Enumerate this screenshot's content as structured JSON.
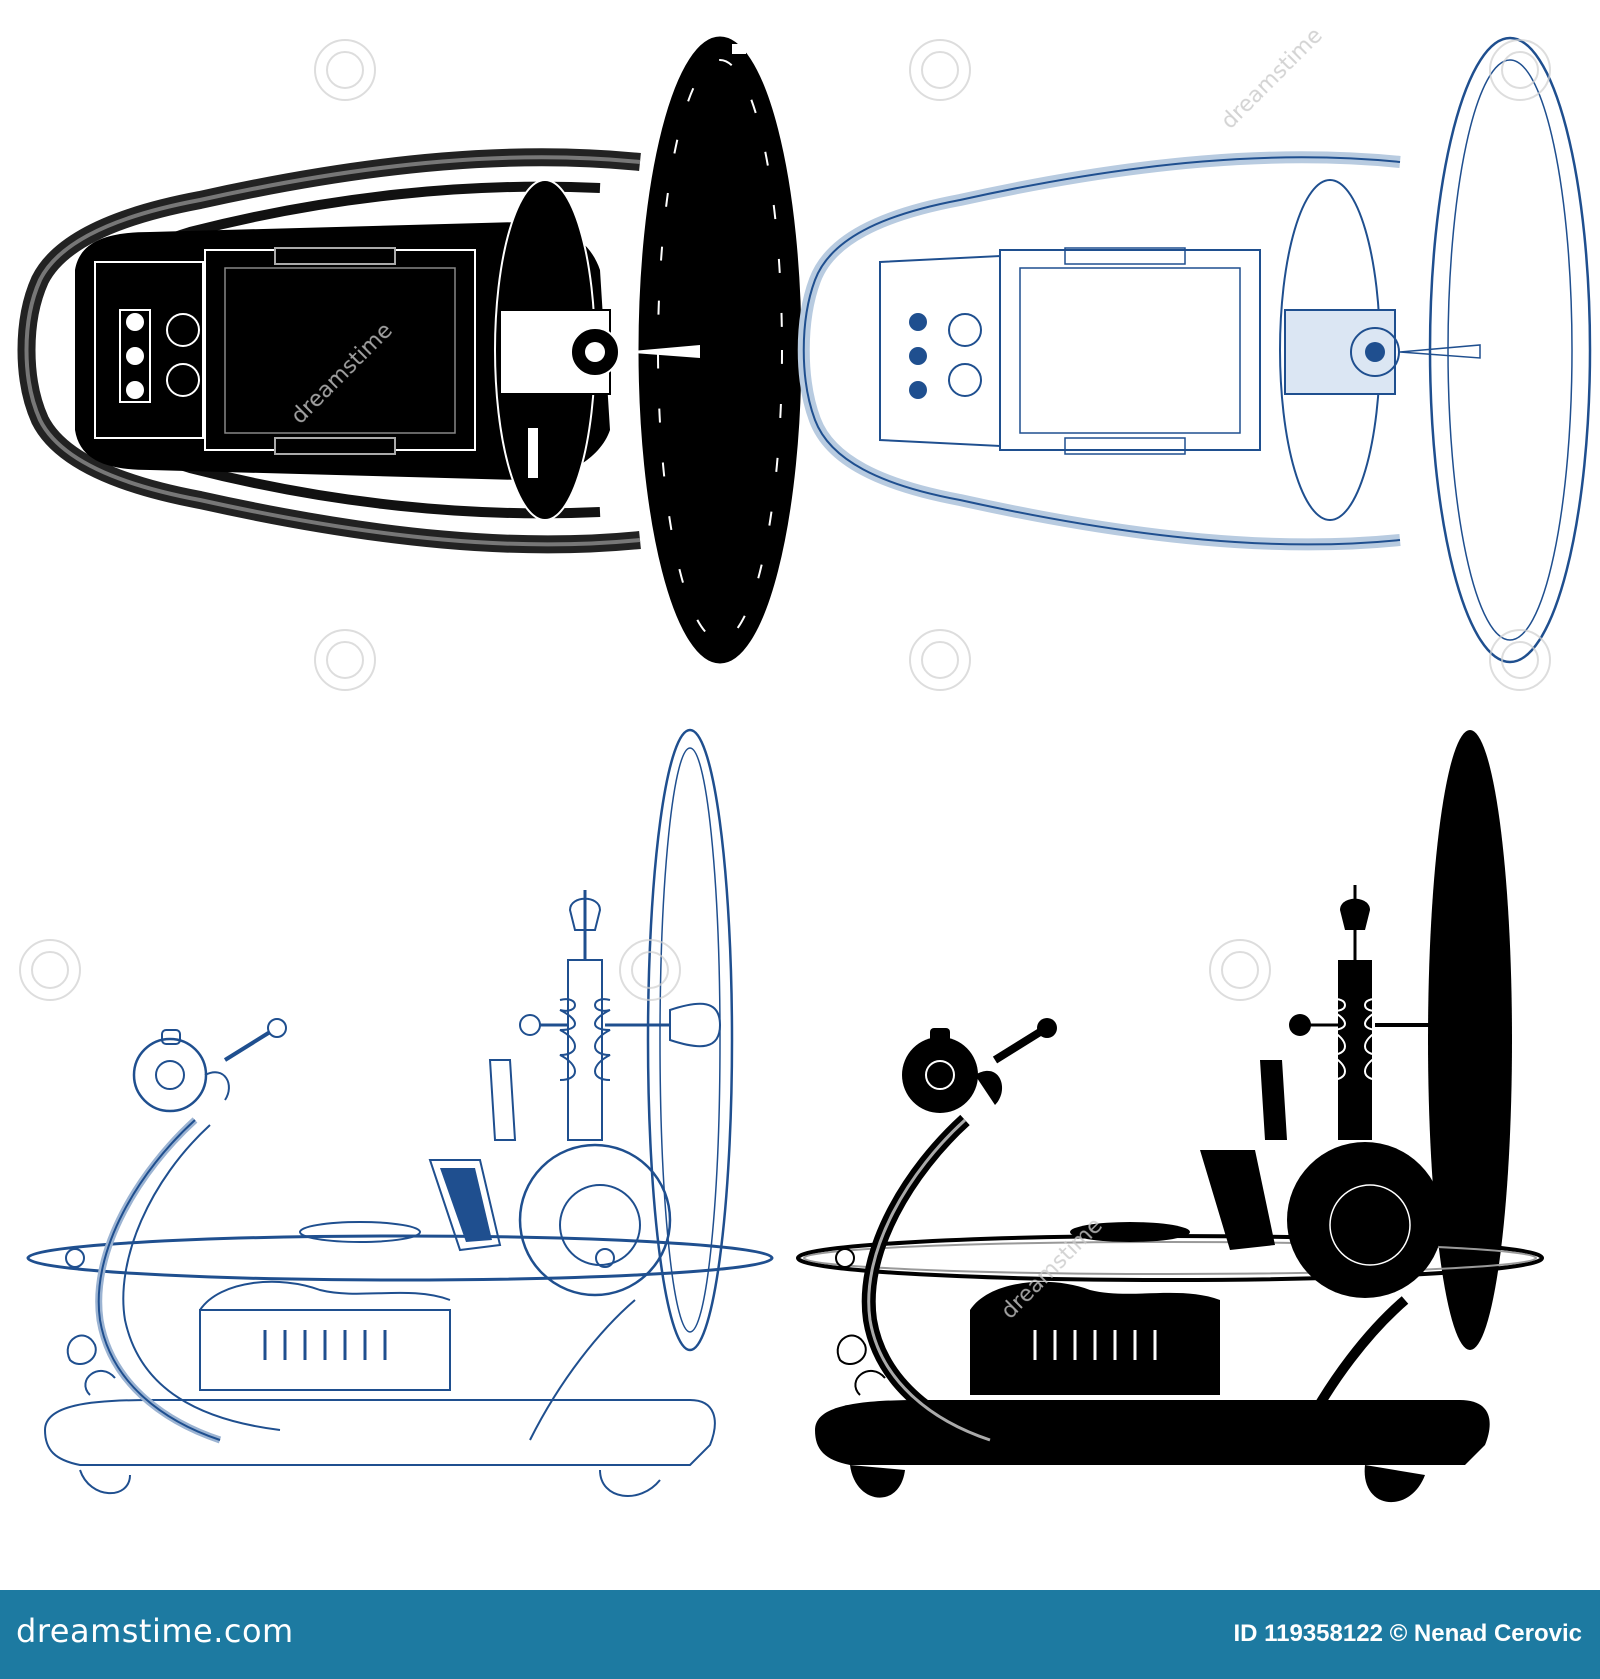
{
  "colors": {
    "ink_black": "#000000",
    "ink_blue": "#1f4f8f",
    "footer_bg": "#1d7aa1",
    "footer_text": "#ffffff",
    "watermark": "#cfcfcf"
  },
  "watermark": {
    "text": "dreamstime"
  },
  "views": [
    {
      "name": "top-view-black-silhouette",
      "style": "filled",
      "color": "black"
    },
    {
      "name": "top-view-blue-outline",
      "style": "outline",
      "color": "blue"
    },
    {
      "name": "side-view-blue-outline",
      "style": "outline",
      "color": "blue"
    },
    {
      "name": "side-view-black-silhouette",
      "style": "filled",
      "color": "black"
    }
  ],
  "footer": {
    "brand": "dreamstime.com",
    "credit": "ID 119358122 © Nenad Cerovic"
  }
}
